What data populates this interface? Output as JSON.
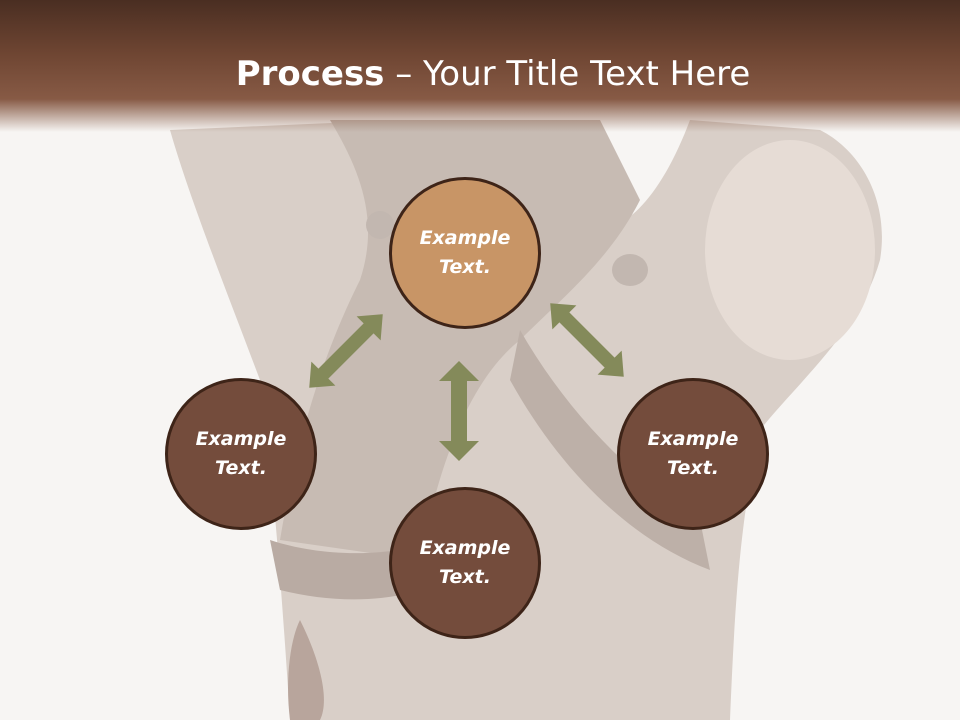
{
  "slide": {
    "title_bold": "Process",
    "title_rest": " – Your Title Text Here"
  },
  "nodes": {
    "center": {
      "line1": "Example",
      "line2": "Text."
    },
    "left": {
      "line1": "Example",
      "line2": "Text."
    },
    "right": {
      "line1": "Example",
      "line2": "Text."
    },
    "bottom": {
      "line1": "Example",
      "line2": "Text."
    }
  },
  "colors": {
    "title_bar": "#6e4532",
    "center_node": "#c89566",
    "outer_node": "#744c3c",
    "node_border": "#3e2418",
    "arrow": "#848a5a"
  }
}
